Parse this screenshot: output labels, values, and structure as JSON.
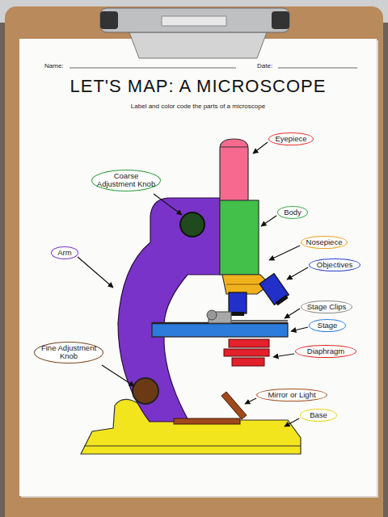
{
  "diagram": {
    "title": "LET'S MAP:  A MICROSCOPE",
    "caption": "Label and color code the parts of a microscope",
    "nodes": [
      {
        "text": [
          "Eyepiece"
        ]
      },
      {
        "text": [
          "Coarse Adjustment Knob"
        ]
      },
      {
        "text": [
          "Body"
        ]
      },
      {
        "text": [
          "Nosepiece"
        ]
      },
      {
        "text": [
          "Arm"
        ]
      },
      {
        "text": [
          "Objectives"
        ]
      },
      {
        "text": [
          "Stage Clips"
        ]
      },
      {
        "text": [
          "Stage"
        ]
      },
      {
        "text": [
          "Fine Adjustment Knob"
        ]
      },
      {
        "text": [
          "Diaphragm"
        ]
      },
      {
        "text": [
          "Mirror or Light"
        ]
      },
      {
        "text": [
          "Base"
        ]
      }
    ],
    "labels": [
      "Name:",
      "Date:"
    ]
  }
}
